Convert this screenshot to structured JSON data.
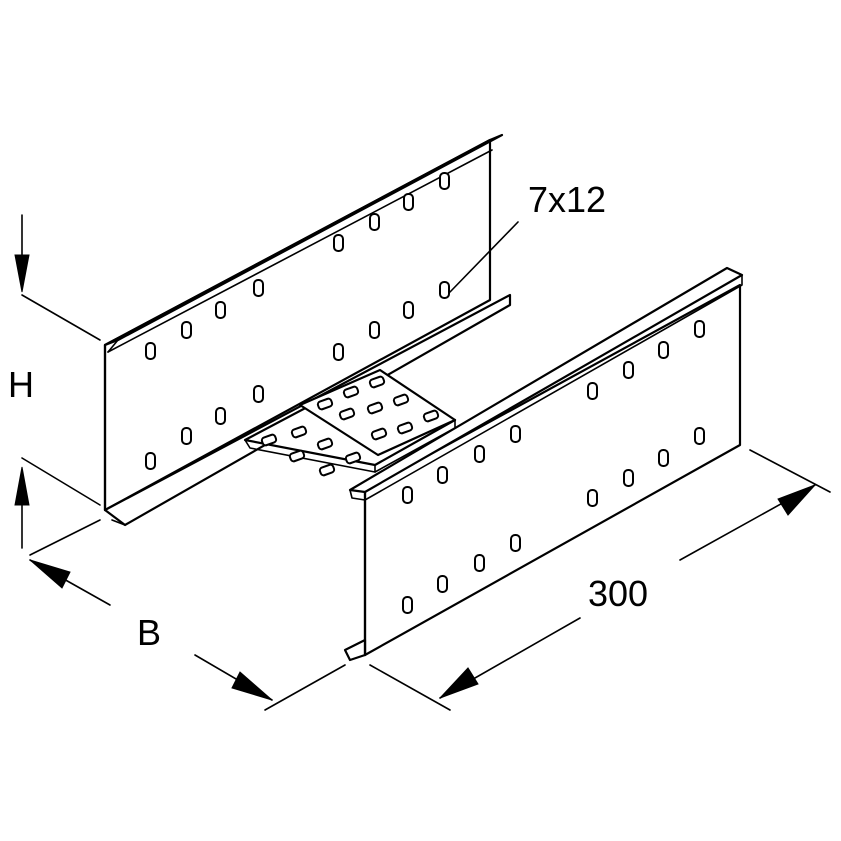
{
  "labels": {
    "hole_size": "7x12",
    "height": "H",
    "width": "B",
    "length": "300"
  },
  "icons": {
    "part": "cable-tray-coupler-icon"
  }
}
